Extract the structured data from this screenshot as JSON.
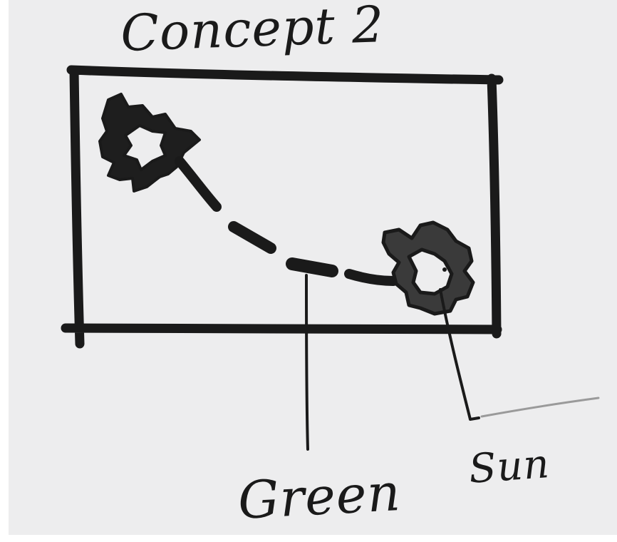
{
  "title": "Concept 2",
  "labels": {
    "green": "Green",
    "sun": "Sun"
  },
  "colors": {
    "paper": "#ededee",
    "ink": "#1a1a1a"
  }
}
